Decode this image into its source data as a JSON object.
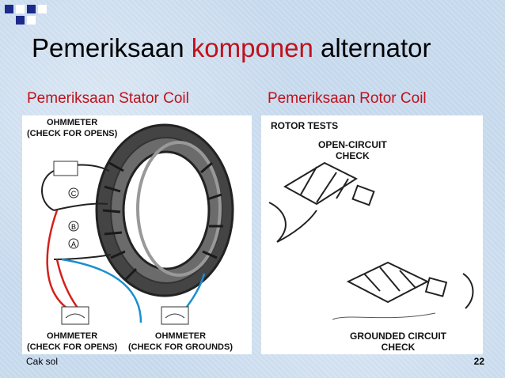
{
  "slide": {
    "title_part1": "Pemeriksaan ",
    "title_highlight": "komponen",
    "title_part2": " alternator",
    "subtitle_left": "Pemeriksaan Stator Coil",
    "subtitle_right": "Pemeriksaan Rotor Coil",
    "author": "Cak sol",
    "page_number": "22"
  },
  "stator_figure": {
    "top_label_line1": "OHMMETER",
    "top_label_line2": "(CHECK FOR OPENS)",
    "bottom_left_label_line1": "OHMMETER",
    "bottom_left_label_line2": "(CHECK FOR OPENS)",
    "bottom_right_label_line1": "OHMMETER",
    "bottom_right_label_line2": "(CHECK FOR GROUNDS)",
    "lead_c": "C",
    "lead_b": "B",
    "lead_a": "A"
  },
  "rotor_figure": {
    "heading": "ROTOR TESTS",
    "open_check_line1": "OPEN-CIRCUIT",
    "open_check_line2": "CHECK",
    "grounded_check_line1": "GROUNDED CIRCUIT",
    "grounded_check_line2": "CHECK"
  },
  "colors": {
    "accent_red": "#c0111b",
    "probe_red": "#d4201a",
    "probe_blue": "#1a8fd0",
    "deco_blue": "#1c2a8a"
  }
}
